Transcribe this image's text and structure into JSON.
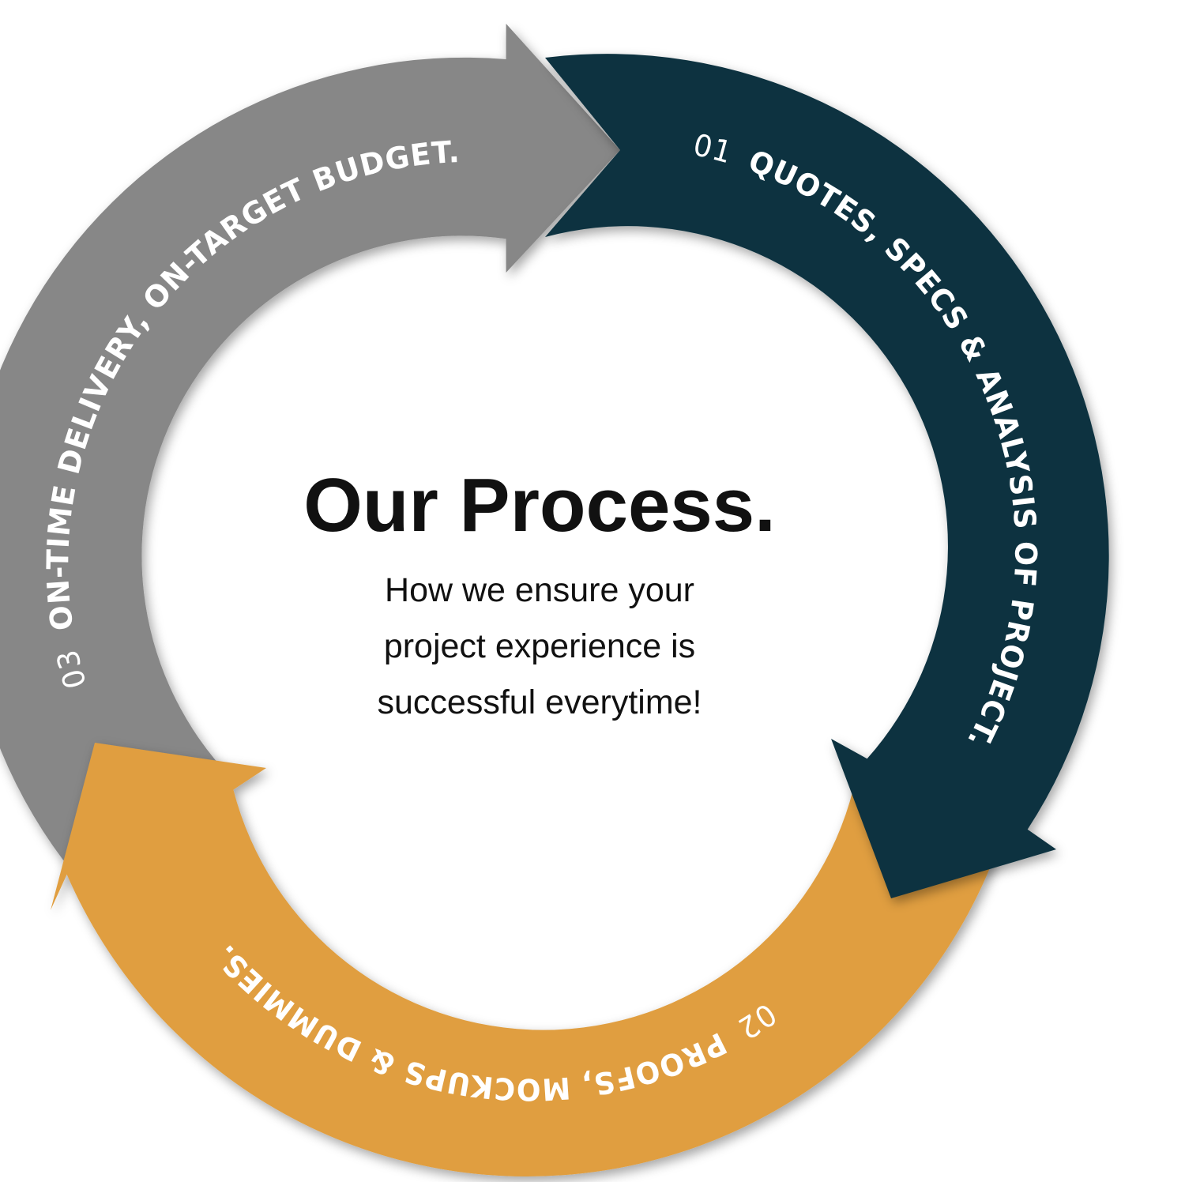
{
  "title": "Our Process.",
  "subtitle_lines": [
    "How we ensure your",
    "project experience is",
    "successful everytime!"
  ],
  "steps": [
    {
      "number": "01",
      "label": "QUOTES, SPECS & ANALYSIS OF PROJECT.",
      "color": "#0b3340"
    },
    {
      "number": "02",
      "label": "PROOFS, MOCKUPS & DUMMIES.",
      "color": "#e09e3f"
    },
    {
      "number": "03",
      "label": "ON-TIME DELIVERY, ON-TARGET BUDGET.",
      "color": "#878787"
    }
  ]
}
